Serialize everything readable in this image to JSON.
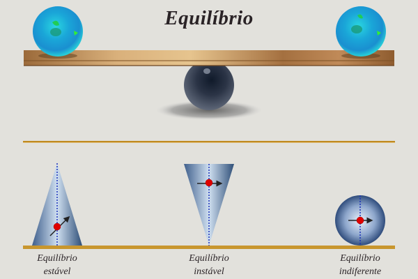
{
  "title": "Equilíbrio",
  "colors": {
    "background": "#e2e1dc",
    "plank": "#b5834f",
    "ground_line": "#c8962e",
    "shape_blue": "#5a7aa3",
    "center_of_mass": "#e00000",
    "axis_line": "#1a2fb8"
  },
  "scene_top": {
    "left_ball": "earth-globe",
    "right_ball": "earth-globe",
    "fulcrum": "dark-sphere"
  },
  "examples": [
    {
      "line1": "Equilíbrio",
      "line2": "estável",
      "shape": "upright-cone"
    },
    {
      "line1": "Equilíbrio",
      "line2": "instável",
      "shape": "inverted-cone"
    },
    {
      "line1": "Equilíbrio",
      "line2": "indiferente",
      "shape": "sphere"
    }
  ]
}
